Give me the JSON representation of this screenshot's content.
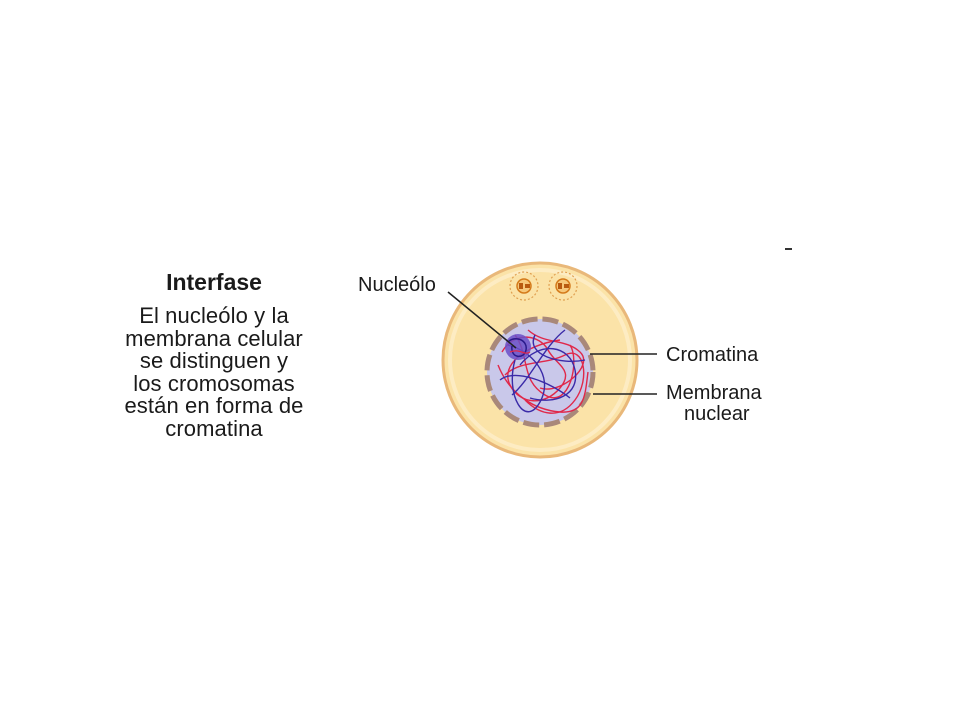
{
  "caption": {
    "title": "Interfase",
    "lines": [
      "El nucleólo y la",
      "membrana celular",
      "se distinguen y",
      "los cromosomas",
      "están en forma de",
      "cromatina"
    ]
  },
  "labels": {
    "nucleolo": "Nucleólo",
    "cromatina": "Cromatina",
    "membrana_1": "Membrana",
    "membrana_2": "nuclear"
  },
  "colors": {
    "cytoplasm": "#fbe3a8",
    "cell_border": "#e9b87a",
    "nucleus": "#c9c8ea",
    "nuclear_membrane": "#a9887a",
    "chromatin_red": "#e0284a",
    "chromatin_blue": "#3a2aa8",
    "centrosome": "#d47a1a"
  }
}
